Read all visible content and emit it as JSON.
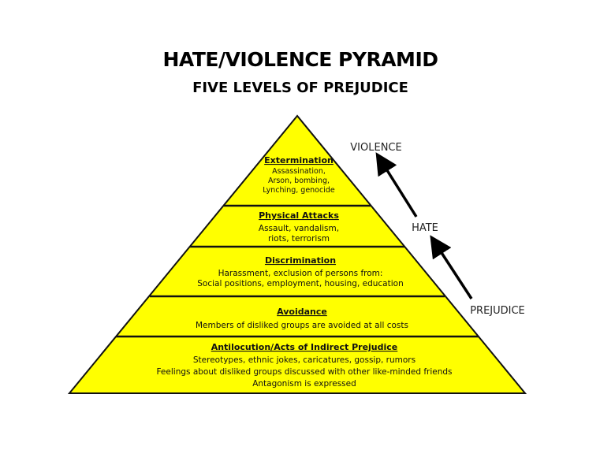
{
  "title": "HATE/VIOLENCE PYRAMID",
  "subtitle": "FIVE LEVELS OF PREJUDICE",
  "fill_color": "#ffff00",
  "levels": [
    {
      "heading": "Extermination",
      "lines": [
        "Assassination,",
        "Arson, bombing,",
        "Lynching, genocide"
      ]
    },
    {
      "heading": "Physical Attacks",
      "lines": [
        "Assault, vandalism,",
        "riots, terrorism"
      ]
    },
    {
      "heading": "Discrimination",
      "lines": [
        "Harassment, exclusion of persons from:",
        "Social positions, employment, housing, education"
      ]
    },
    {
      "heading": "Avoidance",
      "lines": [
        "Members of disliked groups are avoided at all costs"
      ]
    },
    {
      "heading": "Antilocution/Acts of Indirect Prejudice",
      "lines": [
        "Stereotypes, ethnic jokes, caricatures, gossip, rumors",
        "Feelings about disliked groups discussed with other like-minded friends",
        "Antagonism is expressed"
      ]
    }
  ],
  "scale": {
    "top": "VIOLENCE",
    "middle": "HATE",
    "bottom": "PREJUDICE"
  }
}
